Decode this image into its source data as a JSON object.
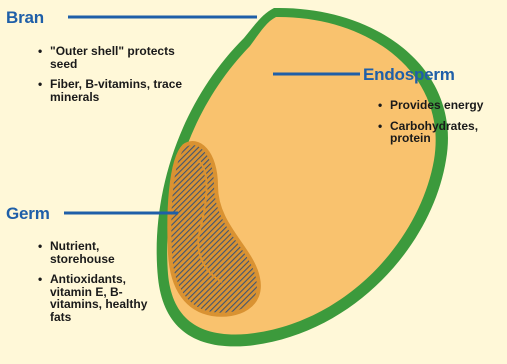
{
  "parts": [
    {
      "id": "bran",
      "name": "Bran",
      "points": [
        "\"Outer shell\" protects seed",
        "Fiber, B-vitamins, trace minerals"
      ]
    },
    {
      "id": "endosperm",
      "name": "Endosperm",
      "points": [
        "Provides energy",
        "Carbohydrates, protein"
      ]
    },
    {
      "id": "germ",
      "name": "Germ",
      "points": [
        "Nutrient, storehouse",
        "Antioxidants, vitamin E, B-vitamins, healthy fats"
      ]
    }
  ],
  "bullet": "•",
  "colors": {
    "background": "#fff8d8",
    "bran_outline": "#3c9a3c",
    "endosperm_fill": "#f9c26e",
    "germ_fill": "#d99232",
    "germ_hatch": "#3d5575",
    "leader_line": "#1f5fa8",
    "heading_text": "#1f5fa8",
    "body_text": "#1a1a1a"
  }
}
